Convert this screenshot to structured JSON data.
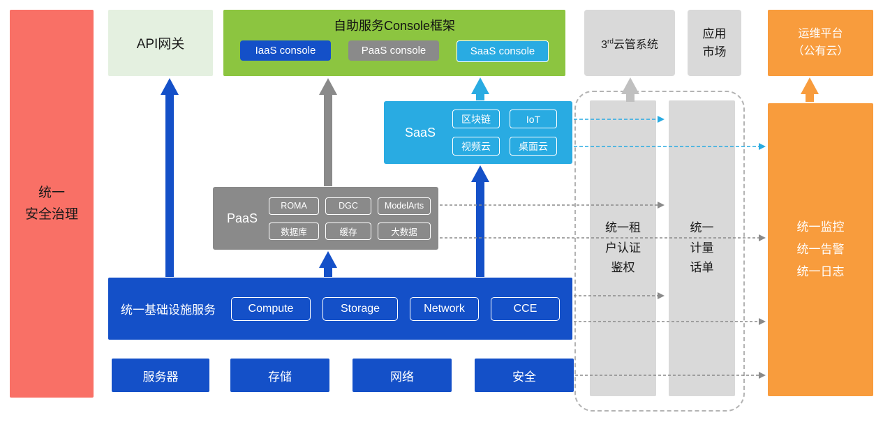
{
  "palette": {
    "red": "#F97066",
    "pale_green": "#E4F0E0",
    "green": "#8CC540",
    "blue": "#1450C8",
    "gray": "#8A8A8A",
    "light_gray": "#D9D9D9",
    "cyan": "#29ABE2",
    "orange": "#F89C3D"
  },
  "security_bar": {
    "label": "统一\n安全治理"
  },
  "api_gateway": {
    "label": "API网关"
  },
  "console_frame": {
    "title": "自助服务Console框架",
    "consoles": [
      {
        "label": "IaaS console"
      },
      {
        "label": "PaaS console"
      },
      {
        "label": "SaaS console"
      }
    ]
  },
  "third_party_cloud": {
    "base": "3",
    "sup": "rd",
    "rest": "云管系统"
  },
  "app_market": {
    "label": "应用\n市场"
  },
  "ops_platform": {
    "label": "运维平台\n（公有云）"
  },
  "saas": {
    "label": "SaaS",
    "items": [
      "区块链",
      "IoT",
      "视频云",
      "桌面云"
    ]
  },
  "paas": {
    "label": "PaaS",
    "items": [
      "ROMA",
      "DGC",
      "ModelArts",
      "数据库",
      "缓存",
      "大数据"
    ]
  },
  "infrastructure": {
    "label": "统一基础设施服务",
    "items": [
      "Compute",
      "Storage",
      "Network",
      "CCE"
    ]
  },
  "hardware": {
    "items": [
      "服务器",
      "存储",
      "网络",
      "安全"
    ]
  },
  "auth_bar": {
    "label": "统一租\n户认证\n鉴权"
  },
  "metering_bar": {
    "label": "统一\n计量\n话单"
  },
  "monitoring_bar": {
    "label": "统一监控\n统一告警\n统一日志"
  }
}
